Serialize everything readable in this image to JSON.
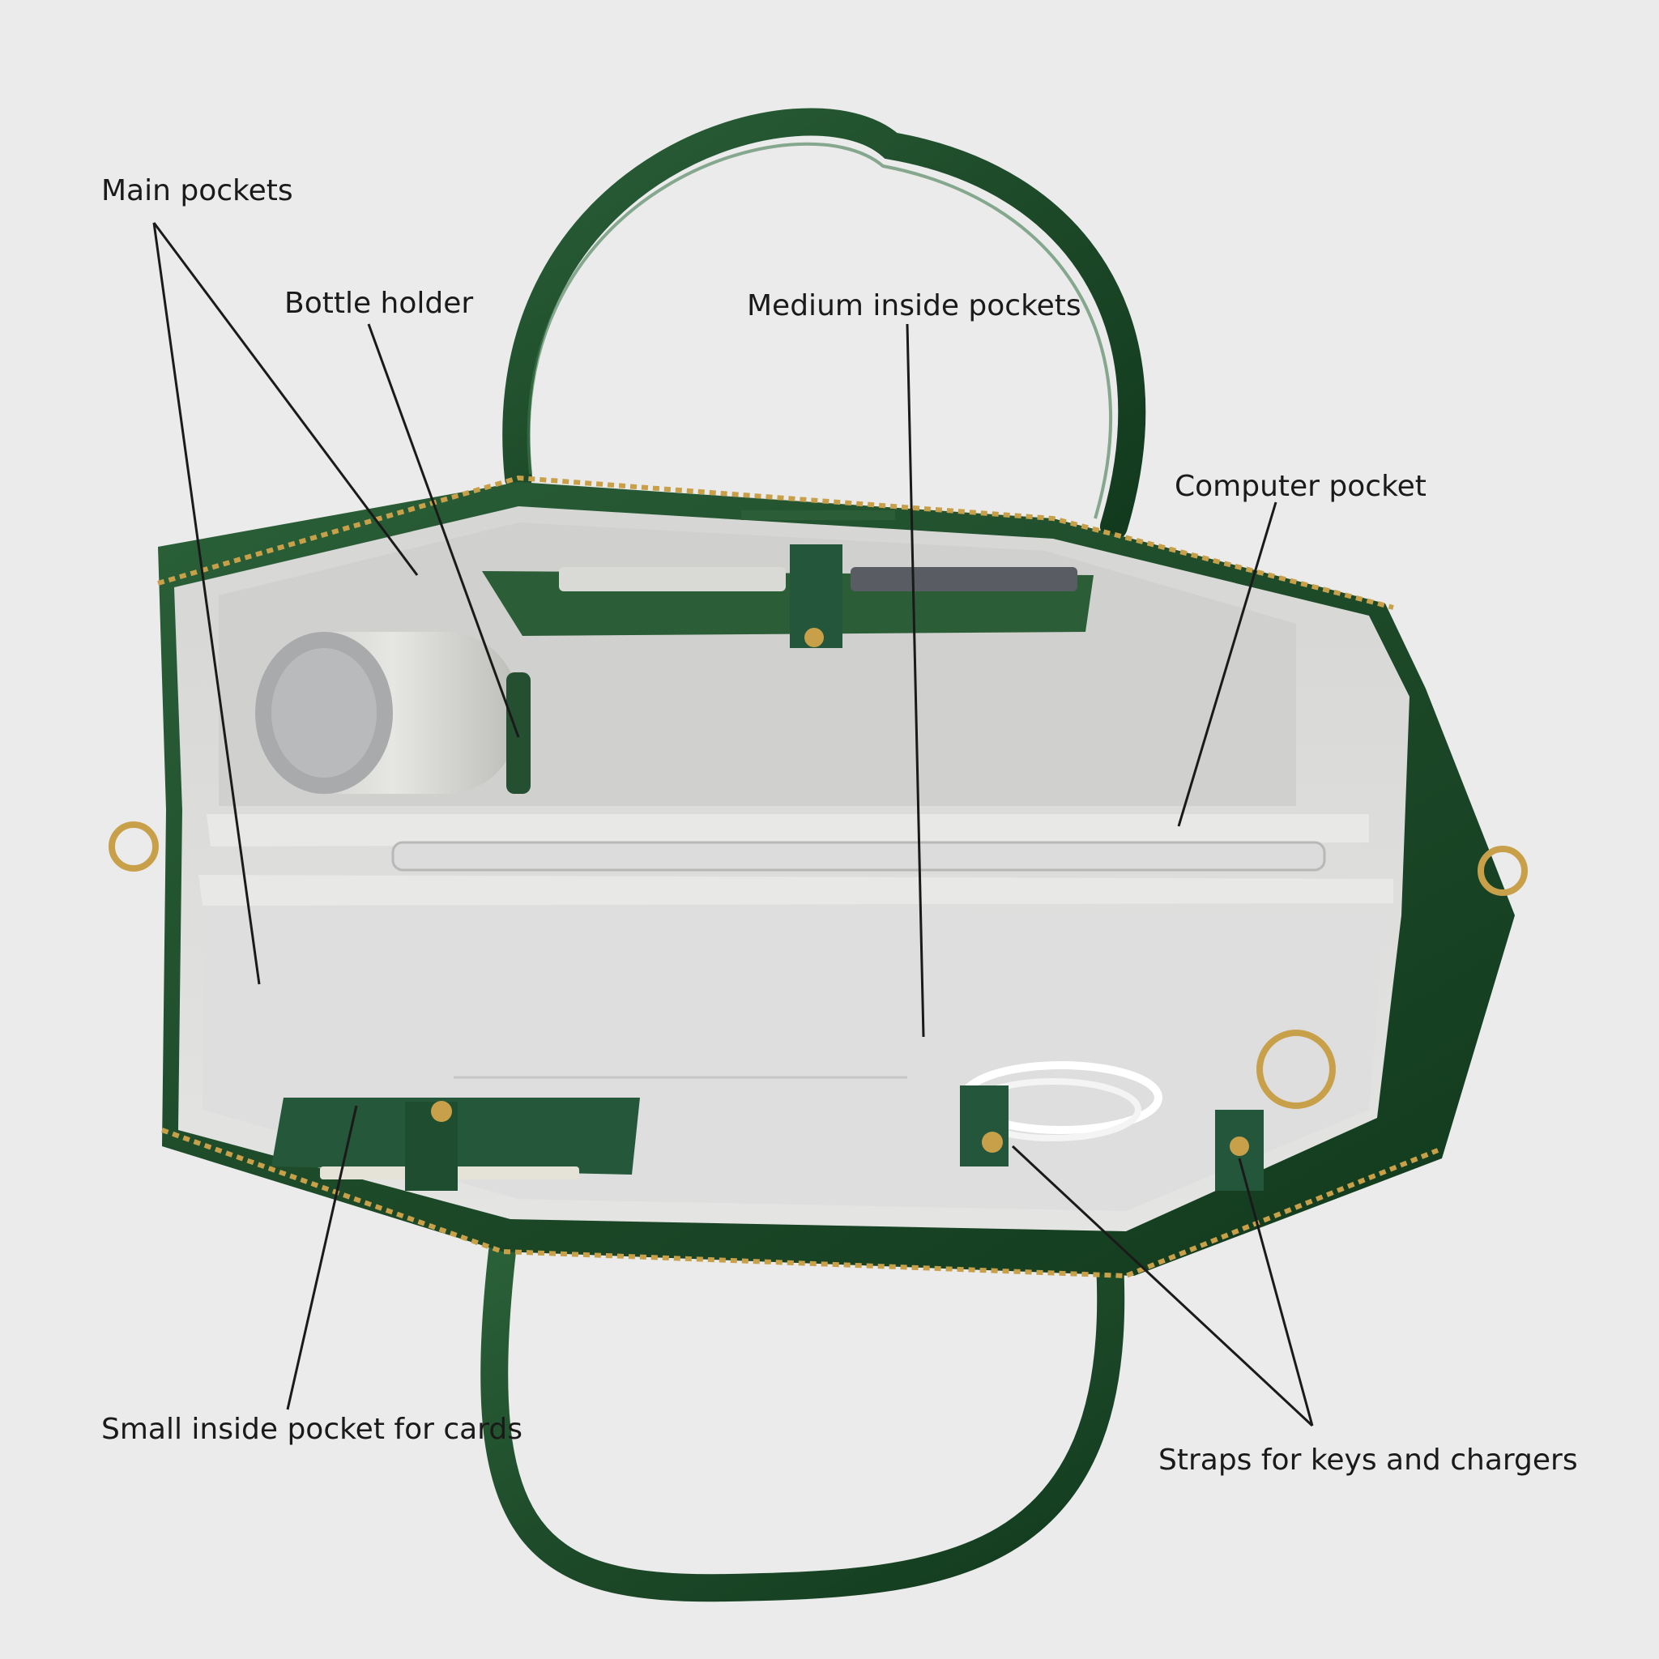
{
  "callouts": {
    "main_pockets": "Main pockets",
    "bottle_holder": "Bottle holder",
    "medium_inside_pockets": "Medium inside pockets",
    "computer_pocket": "Computer pocket",
    "small_inside_pocket": "Small inside pocket for cards",
    "straps": "Straps for keys and chargers"
  },
  "colors": {
    "background": "#ebebeb",
    "leather": "#1f4d2c",
    "lining": "#dcdcda",
    "hardware": "#c9a04a",
    "leader_line": "#1a1a1a"
  }
}
